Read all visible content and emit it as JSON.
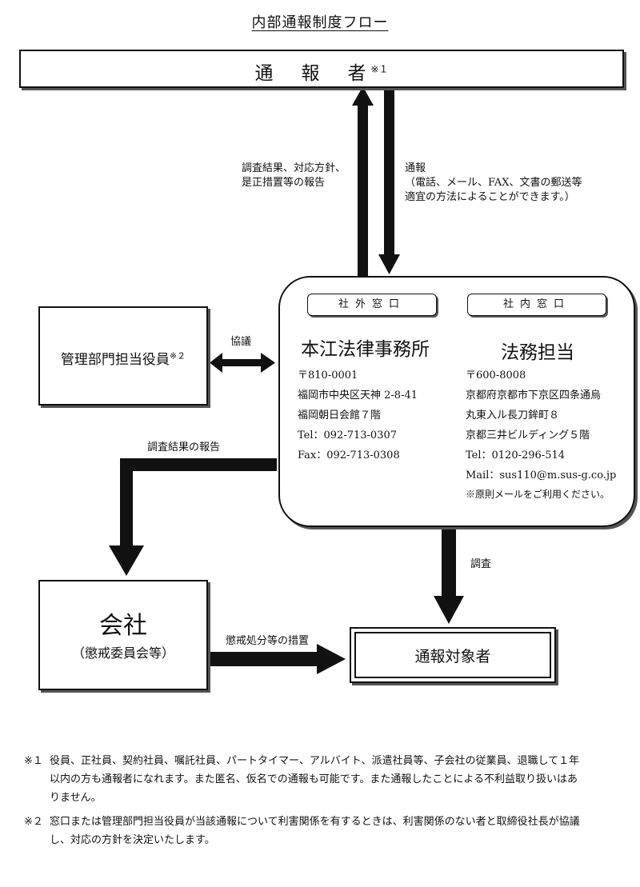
{
  "title": "内部通報制度フロー",
  "reporter": {
    "label": "通　報　者",
    "note_mark": "※１"
  },
  "arrows": {
    "report_back": [
      "調査結果、対応方針、",
      "是正措置等の報告"
    ],
    "report_in": [
      "通報",
      "（電話、メール、FAX、文書の郵送等",
      "適宜の方法によることができます。）"
    ],
    "consult": "協議",
    "investigation_report": "調査結果の報告",
    "investigate": "調査",
    "disciplinary": "懲戒処分等の措置"
  },
  "external_window": {
    "tag": "社外窓口",
    "name": "本江法律事務所",
    "lines": [
      "〒810-0001",
      "福岡市中央区天神 2-8-41",
      "福岡朝日会館７階",
      "Tel：092-713-0307",
      "Fax：092-713-0308"
    ]
  },
  "internal_window": {
    "tag": "社内窓口",
    "name": "法務担当",
    "lines": [
      "〒600-8008",
      "京都府京都市下京区四条通烏",
      "丸東入ル長刀鉾町８",
      "京都三井ビルディング５階",
      "Tel：0120-296-514",
      "Mail：sus110@m.sus-g.co.jp"
    ],
    "note": "※原則メールをご利用ください。"
  },
  "executive": {
    "label": "管理部門担当役員",
    "note_mark": "※２"
  },
  "company": {
    "title": "会社",
    "sub": "（懲戒委員会等）"
  },
  "subject": {
    "label": "通報対象者"
  },
  "notes": [
    {
      "mark": "※１",
      "lines": [
        "役員、正社員、契約社員、嘱託社員、パートタイマー、アルバイト、派遣社員等、子会社の従業員、退職して１年",
        "以内の方も通報者になれます。また匿名、仮名での通報も可能です。また通報したことによる不利益取り扱いはあ",
        "りません。"
      ]
    },
    {
      "mark": "※２",
      "lines": [
        "窓口または管理部門担当役員が当該通報について利害関係を有するときは、利害関係のない者と取締役社長が協議",
        "し、対応の方針を決定いたします。"
      ]
    }
  ]
}
